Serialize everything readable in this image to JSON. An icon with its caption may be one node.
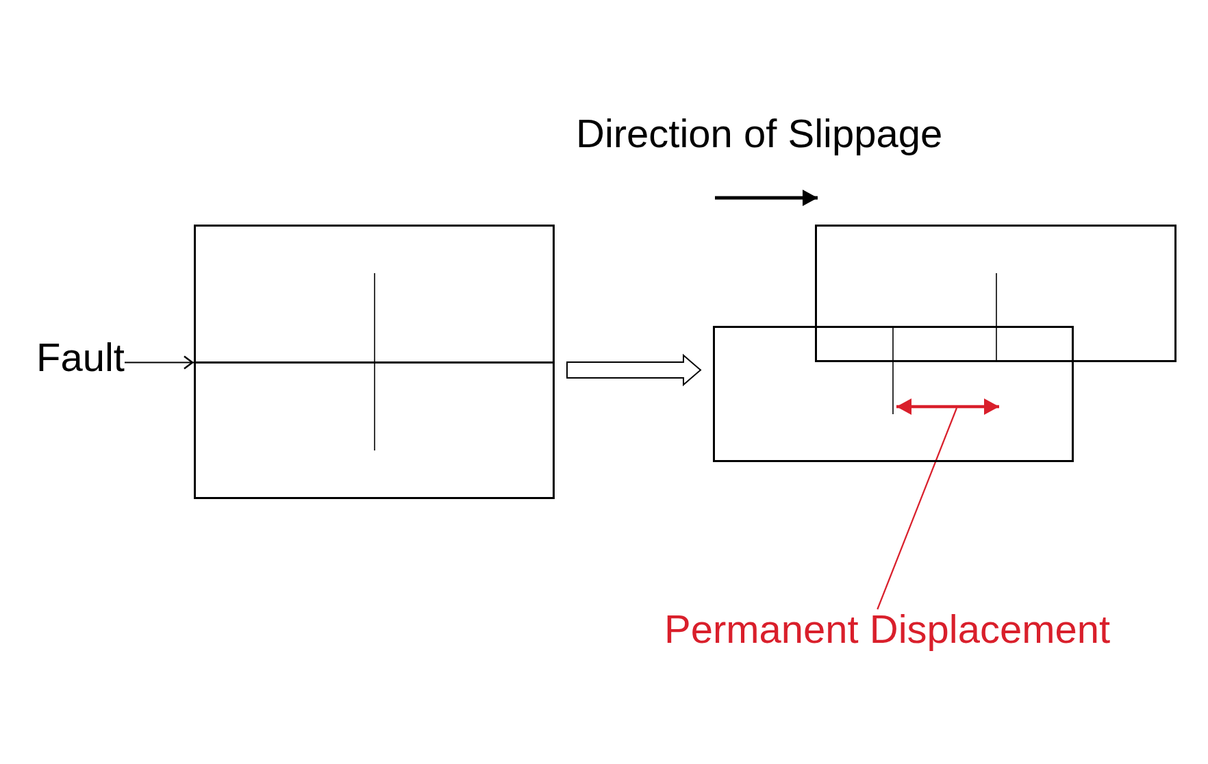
{
  "diagram": {
    "nodes": [
      {
        "text": [
          "Fault"
        ]
      },
      {
        "text": [],
        "shape": "box"
      },
      {
        "text": [],
        "shape": "line",
        "in": 1
      },
      {
        "text": [],
        "shape": "box"
      },
      {
        "text": [],
        "shape": "box"
      },
      {
        "text": [],
        "shape": "arrow",
        "in": 4
      },
      {
        "text": [
          "Permanent Displacement"
        ]
      }
    ],
    "edges": [
      {
        "from": 0,
        "to": 2,
        "arrow": "to"
      },
      {
        "from": 1,
        "to": 4,
        "arrow": "to"
      },
      {
        "from": 6,
        "to": 5,
        "arrow": "none",
        "color": "#d91f2b"
      }
    ],
    "labels": [
      "Direction of Slippage"
    ]
  }
}
